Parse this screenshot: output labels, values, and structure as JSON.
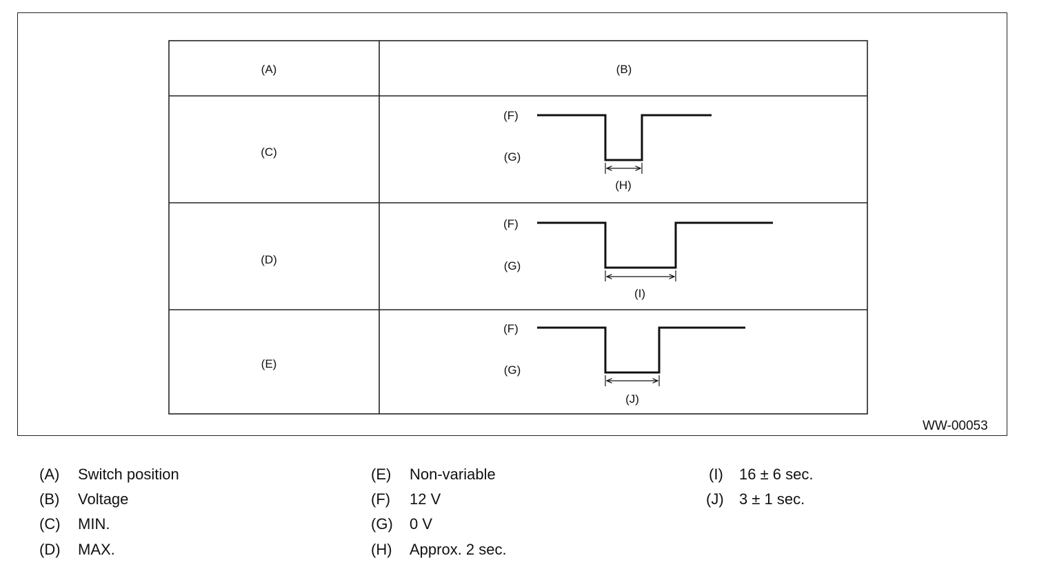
{
  "figure": {
    "id": "WW-00053",
    "table": {
      "header": {
        "col_a": "(A)",
        "col_b": "(B)"
      },
      "rows": [
        {
          "label": "(C)",
          "high": "(F)",
          "low": "(G)",
          "duration": "(H)"
        },
        {
          "label": "(D)",
          "high": "(F)",
          "low": "(G)",
          "duration": "(I)"
        },
        {
          "label": "(E)",
          "high": "(F)",
          "low": "(G)",
          "duration": "(J)"
        }
      ]
    }
  },
  "legend": [
    {
      "key": "(A)",
      "text": "Switch position"
    },
    {
      "key": "(B)",
      "text": "Voltage"
    },
    {
      "key": "(C)",
      "text": "MIN."
    },
    {
      "key": "(D)",
      "text": "MAX."
    },
    {
      "key": "(E)",
      "text": "Non-variable"
    },
    {
      "key": "(F)",
      "text": "12 V"
    },
    {
      "key": "(G)",
      "text": "0 V"
    },
    {
      "key": "(H)",
      "text": "Approx. 2 sec."
    },
    {
      "key": "(I)",
      "text": "16 ± 6 sec."
    },
    {
      "key": "(J)",
      "text": "3 ± 1 sec."
    }
  ]
}
